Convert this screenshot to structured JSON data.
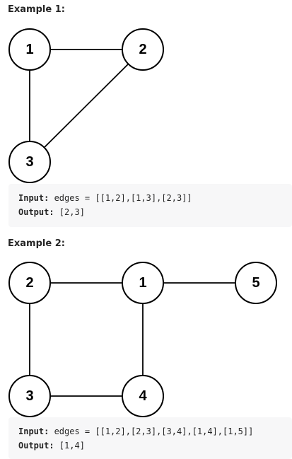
{
  "examples": [
    {
      "title": "Example 1:",
      "nodes": [
        "1",
        "2",
        "3"
      ],
      "edges": [
        [
          "1",
          "2"
        ],
        [
          "1",
          "3"
        ],
        [
          "2",
          "3"
        ]
      ],
      "input_label": "Input:",
      "input_value": " edges = [[1,2],[1,3],[2,3]]",
      "output_label": "Output:",
      "output_value": " [2,3]"
    },
    {
      "title": "Example 2:",
      "nodes": [
        "2",
        "1",
        "5",
        "3",
        "4"
      ],
      "edges": [
        [
          "1",
          "2"
        ],
        [
          "2",
          "3"
        ],
        [
          "3",
          "4"
        ],
        [
          "1",
          "4"
        ],
        [
          "1",
          "5"
        ]
      ],
      "input_label": "Input:",
      "input_value": " edges = [[1,2],[2,3],[3,4],[1,4],[1,5]]",
      "output_label": "Output:",
      "output_value": " [1,4]"
    }
  ]
}
